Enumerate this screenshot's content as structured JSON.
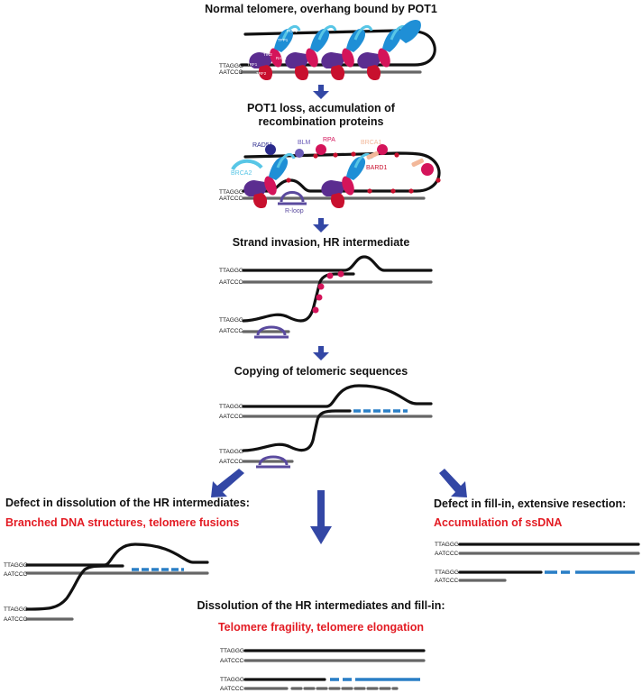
{
  "panels": {
    "normal": {
      "title": "Normal telomere, overhang bound by POT1"
    },
    "pot1_loss": {
      "title_line1": "POT1 loss, accumulation of",
      "title_line2": "recombination proteins"
    },
    "strand_invasion": {
      "title": "Strand invasion, HR intermediate"
    },
    "copying": {
      "title": "Copying of telomeric sequences"
    },
    "defect_dissolution": {
      "title": "Defect in dissolution of the HR intermediates:",
      "outcome": "Branched DNA structures, telomere fusions"
    },
    "defect_fillin": {
      "title": "Defect in fill-in, extensive resection:",
      "outcome": "Accumulation of ssDNA"
    },
    "dissolution": {
      "title": "Dissolution of the HR intermediates and fill-in:",
      "outcome": "Telomere fragility, telomere elongation"
    }
  },
  "strand_labels": {
    "g_rich": "TTAGGG",
    "c_rich": "AATCCC"
  },
  "protein_labels": {
    "rad51": "RAD51",
    "blm": "BLM",
    "rpa": "RPA",
    "brca1": "BRCA1",
    "bard1": "BARD1",
    "brca2": "BRCA2",
    "rloop": "R-loop",
    "trf1": "TRF1",
    "tin2": "TIN2",
    "rap1": "RAP1",
    "tpp1": "TPP1",
    "trf2": "TRF2",
    "pot1": "POT1"
  },
  "colors": {
    "title": "#111111",
    "outcome_red": "#e31b23",
    "arrow_blue": "#3347a5",
    "new_dna_blue": "#2a7fc6",
    "rad51": "#2b2a8c",
    "blm": "#6a5bb8",
    "rpa": "#d4145a",
    "brca1": "#f2b89a",
    "bard1": "#c8102e",
    "brca2": "#58c6e6",
    "rloop": "#5a4a9e",
    "trf1_trf2": "#5b2d90",
    "pot1": "#1f8fd6",
    "shelterin_red": "#c8102e"
  }
}
